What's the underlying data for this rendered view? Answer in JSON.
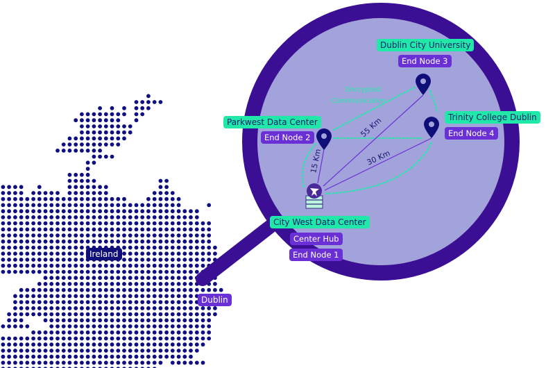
{
  "map": {
    "country_label": "Ireland",
    "city_label": "Dublin"
  },
  "nodes": [
    {
      "name": "City West Data Center",
      "roles": [
        "Center Hub",
        "End Node 1"
      ],
      "icon": "data-center-hub-icon"
    },
    {
      "name": "Parkwest Data Center",
      "roles": [
        "End Node 2"
      ],
      "icon": "map-pin-icon"
    },
    {
      "name": "Dublin City University",
      "roles": [
        "End Node 3"
      ],
      "icon": "map-pin-icon"
    },
    {
      "name": "Trinity College Dublin",
      "roles": [
        "End Node 4"
      ],
      "icon": "map-pin-icon"
    }
  ],
  "links": {
    "hub_to_node2": "15 Km",
    "hub_to_node3": "55 Km",
    "hub_to_node4": "30 Km",
    "encrypted_line1": "Encrypted",
    "encrypted_line2": "Communication"
  },
  "colors": {
    "dots": "#0f0f82",
    "ring": "#3b0f94",
    "lens": "#a3a3dc",
    "teal": "#1fe8a8",
    "purple": "#6a30d6",
    "navy": "#100f7a"
  }
}
